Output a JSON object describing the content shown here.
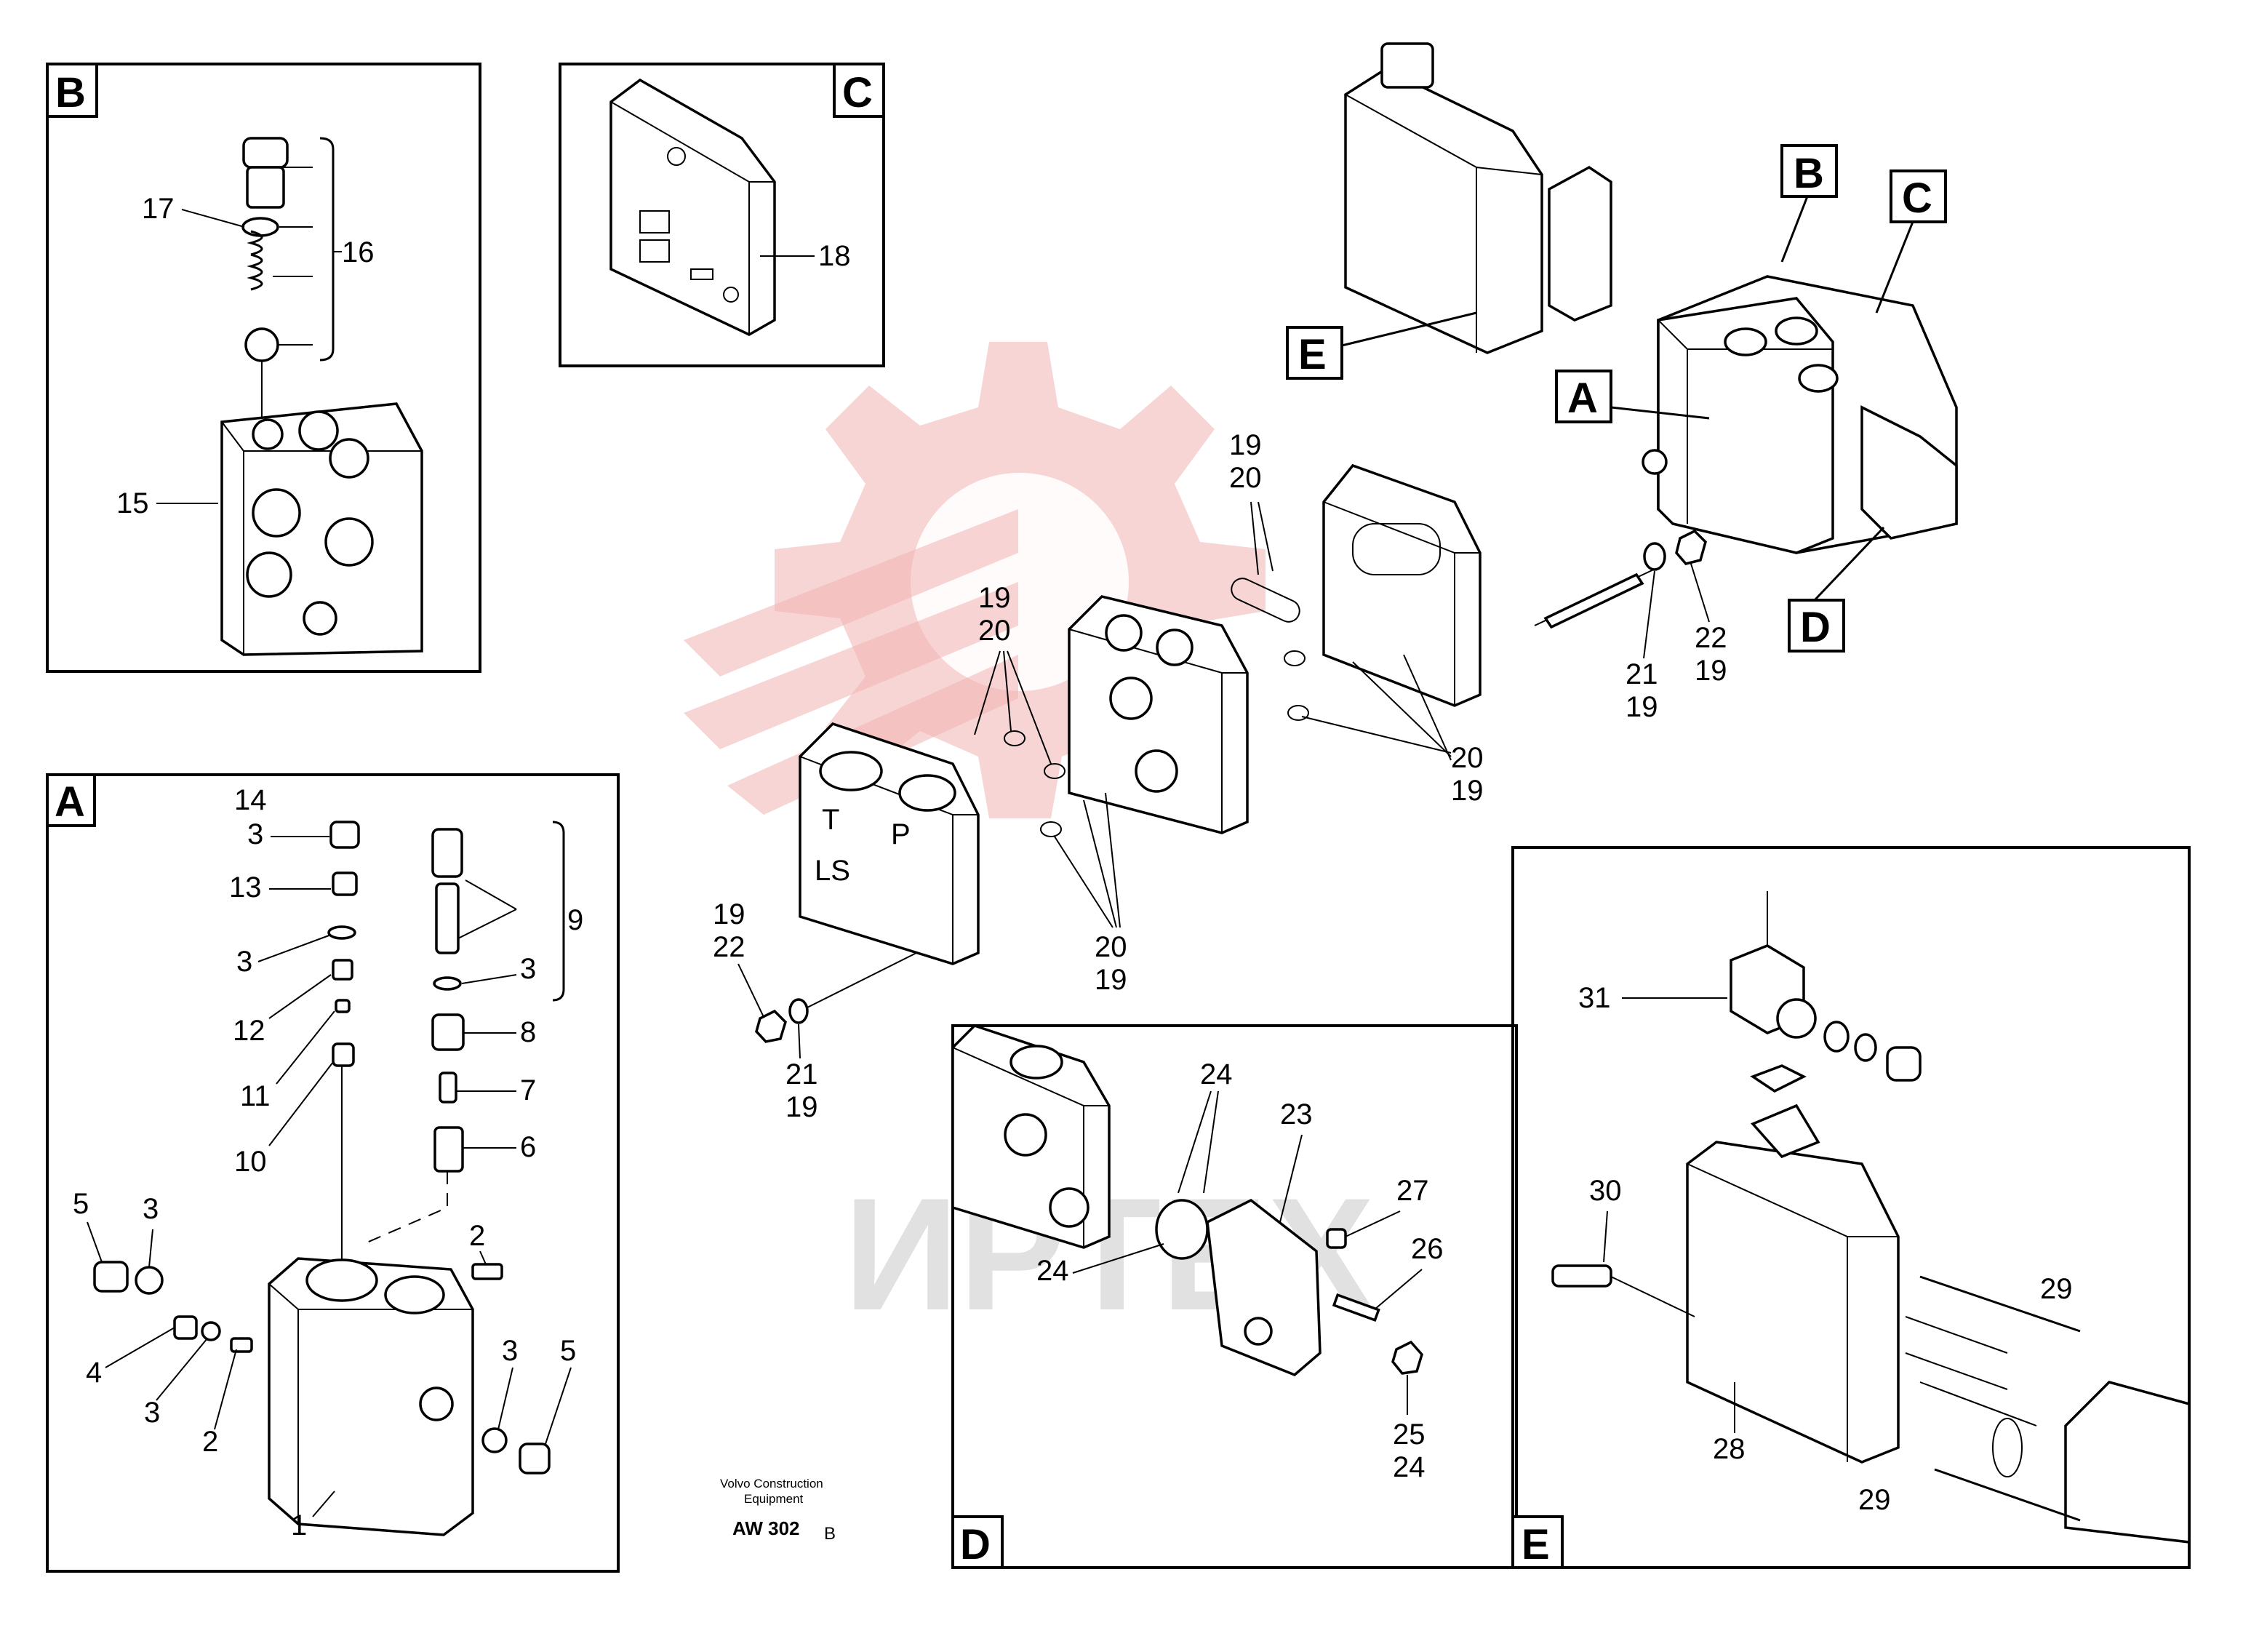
{
  "panels": {
    "A": {
      "tag": "A",
      "callouts": [
        "14",
        "3",
        "13",
        "3",
        "12",
        "11",
        "10",
        "9",
        "3",
        "8",
        "7",
        "6",
        "5",
        "3",
        "4",
        "3",
        "2",
        "2",
        "3",
        "5",
        "1"
      ]
    },
    "B": {
      "tag": "B",
      "callouts": [
        "17",
        "16",
        "15"
      ]
    },
    "C": {
      "tag": "C",
      "callouts": [
        "18"
      ]
    },
    "D": {
      "tag": "D",
      "callouts": [
        "24",
        "23",
        "27",
        "26",
        "24",
        "25",
        "24"
      ]
    },
    "E": {
      "tag": "E",
      "callouts": [
        "31",
        "30",
        "29",
        "28",
        "29"
      ]
    }
  },
  "main_assembly": {
    "tags": [
      "B",
      "C",
      "A",
      "D",
      "E"
    ],
    "callouts": [
      "19",
      "20",
      "19",
      "20",
      "20",
      "19",
      "20",
      "19",
      "19",
      "22",
      "21",
      "19",
      "21",
      "19",
      "22",
      "19"
    ],
    "body_marks": [
      "T",
      "P",
      "LS"
    ]
  },
  "footer": {
    "publisher_line1": "Volvo Construction",
    "publisher_line2": "Equipment",
    "drawing_code": "AW 302",
    "drawing_suffix": "B"
  },
  "watermark": {
    "text": "ИРТЕХ",
    "color": "#e33a3a"
  }
}
